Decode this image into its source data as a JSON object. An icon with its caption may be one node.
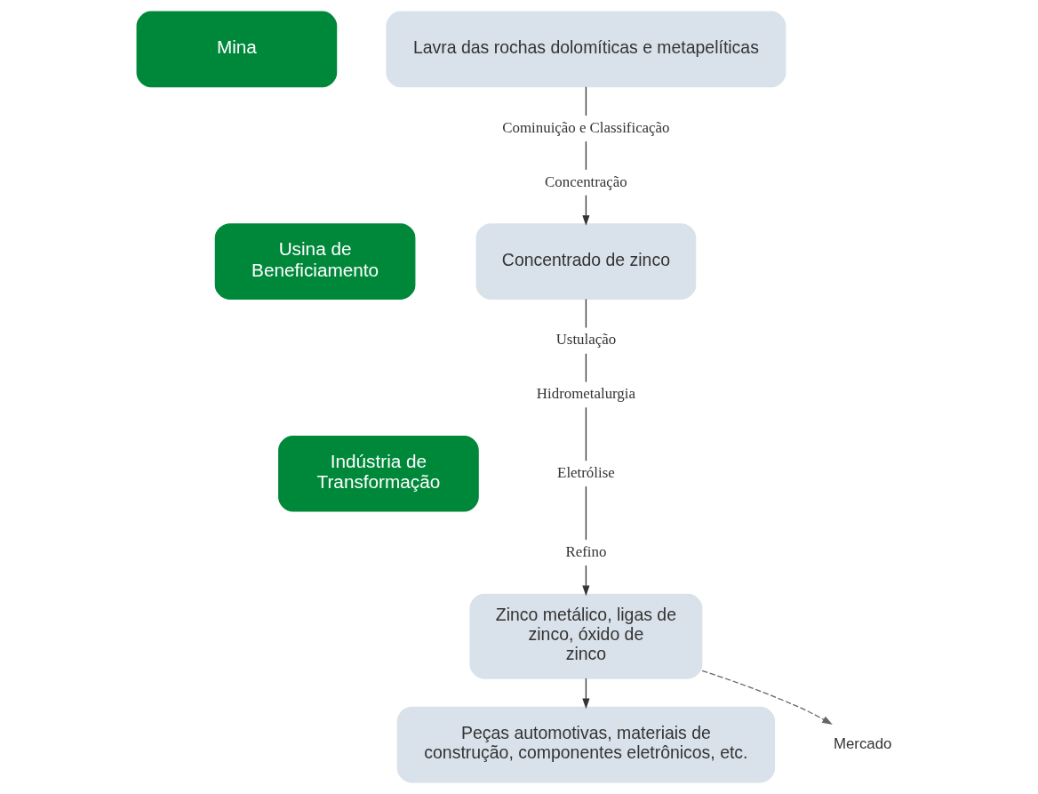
{
  "diagram": {
    "nodes": [
      {
        "text": [
          "Mina"
        ]
      },
      {
        "text": [
          "Usina de Beneficiamento"
        ]
      },
      {
        "text": [
          "Indústria de Transformação"
        ]
      },
      {
        "text": [
          "Lavra das rochas dolomíticas e metapelíticas"
        ]
      },
      {
        "text": [
          "Cominuição e Classificação"
        ]
      },
      {
        "text": [
          "Concentração"
        ]
      },
      {
        "text": [
          "Concentrado de zinco"
        ]
      },
      {
        "text": [
          "Ustulação"
        ]
      },
      {
        "text": [
          "Hidrometalurgia"
        ]
      },
      {
        "text": [
          "Eletrólise"
        ]
      },
      {
        "text": [
          "Refino"
        ]
      },
      {
        "text": [
          "Zinco metálico, ligas de zinco, óxido de zinco"
        ]
      },
      {
        "text": [
          "Peças automotivas, materiais de construção, componentes eletrônicos, etc."
        ]
      },
      {
        "text": [
          "Mercado"
        ]
      }
    ],
    "edges": [
      {
        "from": 3,
        "to": 4,
        "arrow": "none"
      },
      {
        "from": 4,
        "to": 5,
        "arrow": "none"
      },
      {
        "from": 5,
        "to": 6,
        "arrow": "to"
      },
      {
        "from": 6,
        "to": 7,
        "arrow": "none"
      },
      {
        "from": 7,
        "to": 8,
        "arrow": "none"
      },
      {
        "from": 8,
        "to": 9,
        "arrow": "none"
      },
      {
        "from": 9,
        "to": 10,
        "arrow": "none"
      },
      {
        "from": 10,
        "to": 11,
        "arrow": "to"
      },
      {
        "from": 11,
        "to": 12,
        "arrow": "to"
      },
      {
        "from": 11,
        "to": 13,
        "arrow": "to",
        "style": "dashed"
      }
    ]
  }
}
